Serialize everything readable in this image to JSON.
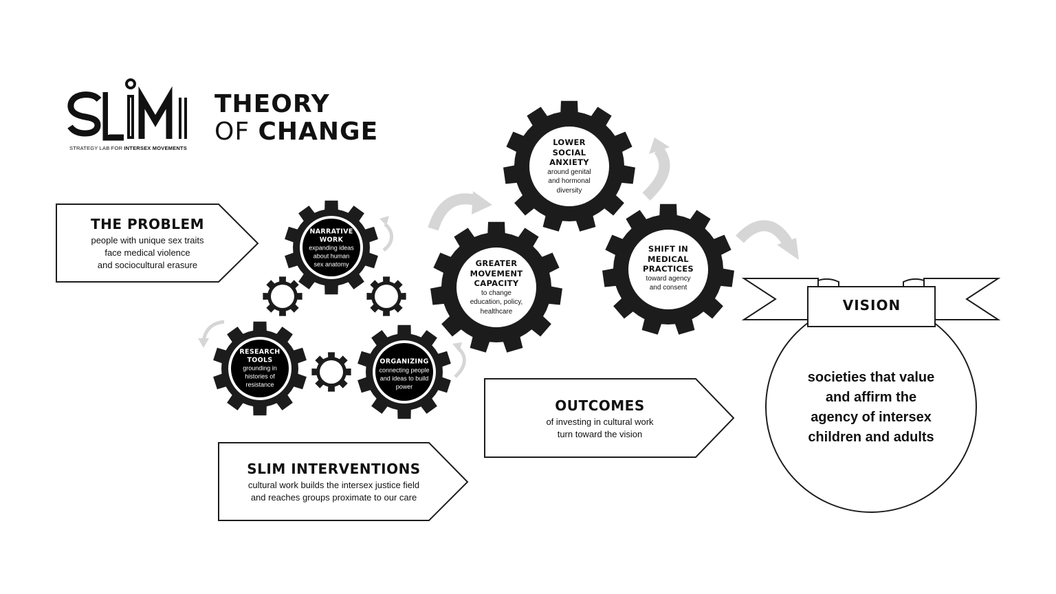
{
  "logo": {
    "wordmark": "SLIM",
    "tagline_plain": "STRATEGY LAB FOR ",
    "tagline_bold": "INTERSEX MOVEMENTS"
  },
  "heading": {
    "line1": "THEORY",
    "line2_light": "OF",
    "line2_bold": "CHANGE"
  },
  "problem": {
    "title": "THE PROBLEM",
    "lines": [
      "people with unique sex traits",
      "face medical violence",
      "and sociocultural erasure"
    ]
  },
  "interventions": {
    "title": "SLIM INTERVENTIONS",
    "lines": [
      "cultural work builds the intersex justice field",
      "and reaches groups proximate to our care"
    ]
  },
  "outcomes": {
    "title": "OUTCOMES",
    "lines": [
      "of investing in cultural work",
      "turn toward the vision"
    ]
  },
  "vision": {
    "title": "VISION",
    "lines": [
      "societies that value",
      "and affirm the",
      "agency of intersex",
      "children and adults"
    ]
  },
  "gears": {
    "narrative": {
      "title": [
        "NARRATIVE",
        "WORK"
      ],
      "body": [
        "expanding ideas",
        "about human",
        "sex anatomy"
      ]
    },
    "research": {
      "title": [
        "RESEARCH",
        "TOOLS"
      ],
      "body": [
        "grounding in",
        "histories of",
        "resistance"
      ]
    },
    "organizing": {
      "title": [
        "ORGANIZING"
      ],
      "body": [
        "connecting people",
        "and ideas to build",
        "power"
      ]
    },
    "capacity": {
      "title": [
        "GREATER",
        "MOVEMENT",
        "CAPACITY"
      ],
      "body": [
        "to change",
        "education, policy,",
        "healthcare"
      ]
    },
    "anxiety": {
      "title": [
        "LOWER",
        "SOCIAL",
        "ANXIETY"
      ],
      "body": [
        "around genital",
        "and hormonal",
        "diversity"
      ]
    },
    "medical": {
      "title": [
        "SHIFT IN",
        "MEDICAL",
        "PRACTICES"
      ],
      "body": [
        "toward agency",
        "and consent"
      ]
    }
  },
  "colors": {
    "ink": "#1c1c1c",
    "arrow": "#d6d6d6",
    "paper": "#ffffff"
  },
  "icons": {
    "flow_arrow": "curved-arrow-icon",
    "gear": "gear-icon"
  }
}
